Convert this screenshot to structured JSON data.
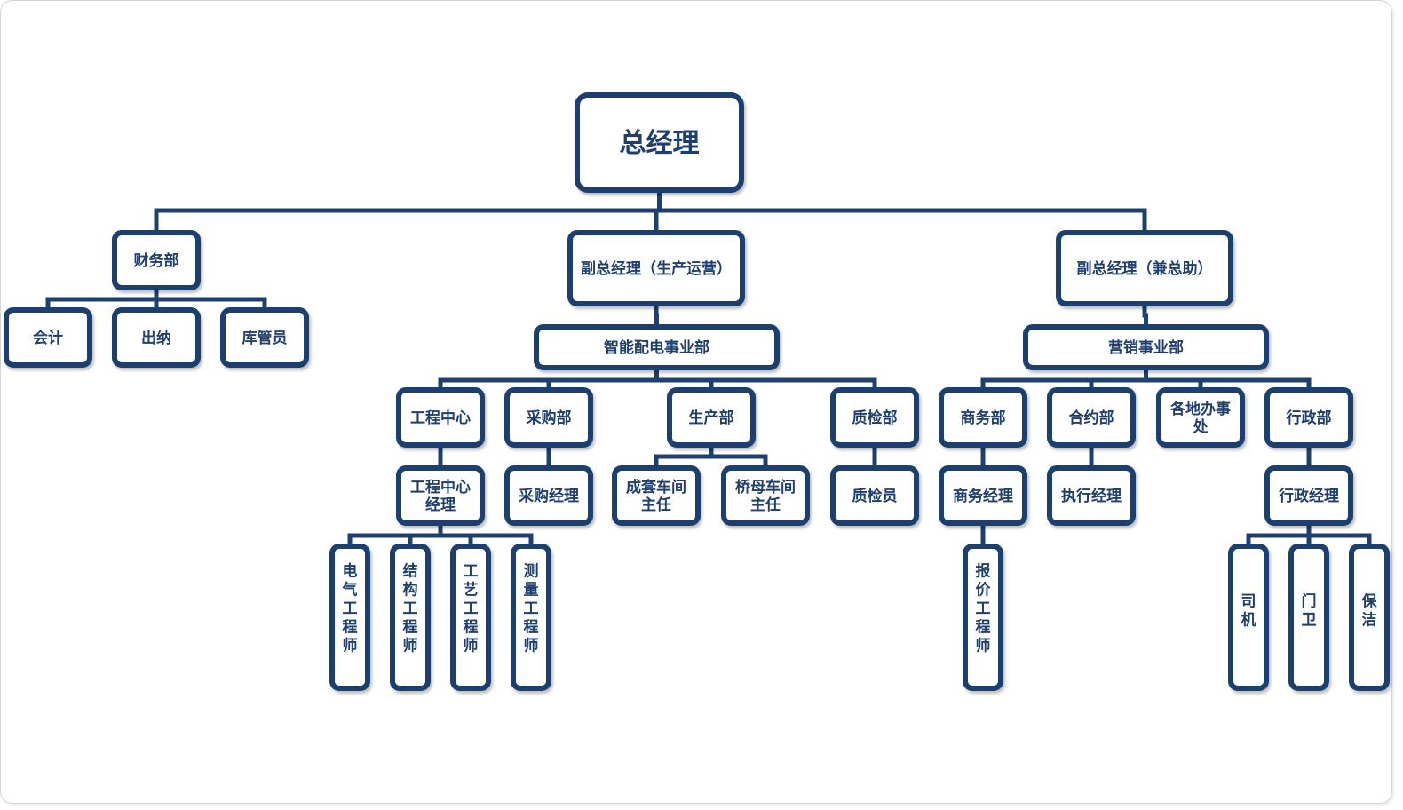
{
  "chart_data": {
    "type": "org-chart",
    "title": "",
    "root": {
      "id": "gm",
      "label": "总经理",
      "children": [
        {
          "id": "finance",
          "label": "财务部",
          "children": [
            {
              "id": "accountant",
              "label": "会计"
            },
            {
              "id": "cashier",
              "label": "出纳"
            },
            {
              "id": "warehouse-keeper",
              "label": "库管员"
            }
          ]
        },
        {
          "id": "vp-production",
          "label": "副总经理（生产运营）",
          "children": [
            {
              "id": "smart-power-division",
              "label": "智能配电事业部",
              "children": [
                {
                  "id": "engineering-center",
                  "label": "工程中心",
                  "children": [
                    {
                      "id": "engineering-center-manager",
                      "label": "工程中心经理",
                      "children": [
                        {
                          "id": "electrical-engineer",
                          "label": "电气工程师"
                        },
                        {
                          "id": "structural-engineer",
                          "label": "结构工程师"
                        },
                        {
                          "id": "process-engineer",
                          "label": "工艺工程师"
                        },
                        {
                          "id": "survey-engineer",
                          "label": "测量工程师"
                        }
                      ]
                    }
                  ]
                },
                {
                  "id": "procurement",
                  "label": "采购部",
                  "children": [
                    {
                      "id": "procurement-manager",
                      "label": "采购经理"
                    }
                  ]
                },
                {
                  "id": "production",
                  "label": "生产部",
                  "children": [
                    {
                      "id": "assembly-workshop-director",
                      "label": "成套车间主任"
                    },
                    {
                      "id": "busbar-workshop-director",
                      "label": "桥母车间主任"
                    }
                  ]
                },
                {
                  "id": "quality",
                  "label": "质检部",
                  "children": [
                    {
                      "id": "inspector",
                      "label": "质检员"
                    }
                  ]
                }
              ]
            }
          ]
        },
        {
          "id": "vp-assistant",
          "label": "副总经理（兼总助）",
          "children": [
            {
              "id": "marketing-division",
              "label": "营销事业部",
              "children": [
                {
                  "id": "business",
                  "label": "商务部",
                  "children": [
                    {
                      "id": "business-manager",
                      "label": "商务经理",
                      "children": [
                        {
                          "id": "quotation-engineer",
                          "label": "报价工程师"
                        }
                      ]
                    }
                  ]
                },
                {
                  "id": "contract",
                  "label": "合约部",
                  "children": [
                    {
                      "id": "executive-manager",
                      "label": "执行经理"
                    }
                  ]
                },
                {
                  "id": "local-offices",
                  "label": "各地办事处"
                },
                {
                  "id": "administration",
                  "label": "行政部",
                  "children": [
                    {
                      "id": "admin-manager",
                      "label": "行政经理",
                      "children": [
                        {
                          "id": "driver",
                          "label": "司机"
                        },
                        {
                          "id": "doorman",
                          "label": "门卫"
                        },
                        {
                          "id": "cleaner",
                          "label": "保洁"
                        }
                      ]
                    }
                  ]
                }
              ]
            }
          ]
        }
      ]
    },
    "colors": {
      "border": "#1f3f6e",
      "text": "#1f3f6e",
      "fill": "#ffffff"
    }
  }
}
